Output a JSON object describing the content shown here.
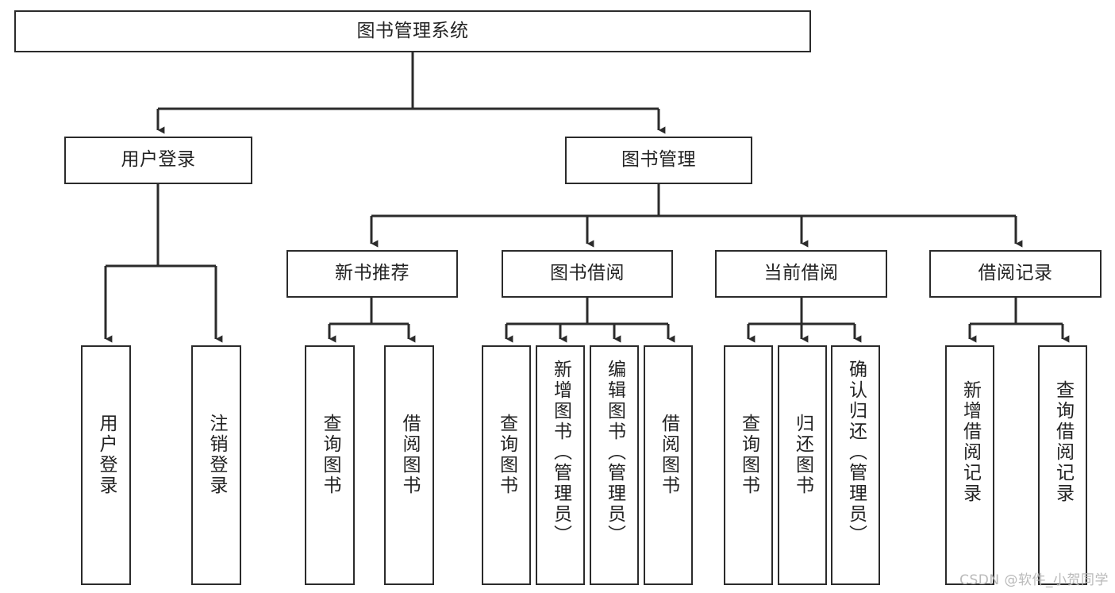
{
  "diagram": {
    "type": "tree",
    "orientation": "top-down",
    "root": {
      "id": "root",
      "label": "图书管理系统"
    },
    "level2": [
      {
        "id": "user-login",
        "label": "用户登录"
      },
      {
        "id": "book-management",
        "label": "图书管理"
      }
    ],
    "level3": [
      {
        "id": "new-book-recommend",
        "label": "新书推荐",
        "parent": "book-management"
      },
      {
        "id": "book-borrow",
        "label": "图书借阅",
        "parent": "book-management"
      },
      {
        "id": "current-borrow",
        "label": "当前借阅",
        "parent": "book-management"
      },
      {
        "id": "borrow-record",
        "label": "借阅记录",
        "parent": "book-management"
      }
    ],
    "leaves": [
      {
        "id": "leaf-user-login",
        "label": "用户登录",
        "parent": "user-login"
      },
      {
        "id": "leaf-logout",
        "label": "注销登录",
        "parent": "user-login"
      },
      {
        "id": "leaf-query-book-1",
        "label": "查询图书",
        "parent": "new-book-recommend"
      },
      {
        "id": "leaf-borrow-book-1",
        "label": "借阅图书",
        "parent": "new-book-recommend"
      },
      {
        "id": "leaf-query-book-2",
        "label": "查询图书",
        "parent": "book-borrow"
      },
      {
        "id": "leaf-add-book",
        "label": "新增图书（管理员）",
        "parent": "book-borrow"
      },
      {
        "id": "leaf-edit-book",
        "label": "编辑图书（管理员）",
        "parent": "book-borrow"
      },
      {
        "id": "leaf-borrow-book-2",
        "label": "借阅图书",
        "parent": "book-borrow"
      },
      {
        "id": "leaf-query-book-3",
        "label": "查询图书",
        "parent": "current-borrow"
      },
      {
        "id": "leaf-return-book",
        "label": "归还图书",
        "parent": "current-borrow"
      },
      {
        "id": "leaf-confirm-return",
        "label": "确认归还（管理员）",
        "parent": "current-borrow"
      },
      {
        "id": "leaf-add-record",
        "label": "新增借阅记录",
        "parent": "borrow-record"
      },
      {
        "id": "leaf-query-record",
        "label": "查询借阅记录",
        "parent": "borrow-record"
      }
    ]
  },
  "watermark": {
    "text": "CSDN @软件_小贺同学"
  },
  "colors": {
    "stroke": "#2b2b2b",
    "text": "#232323",
    "background": "#ffffff",
    "watermark": "#b9b9b9"
  }
}
